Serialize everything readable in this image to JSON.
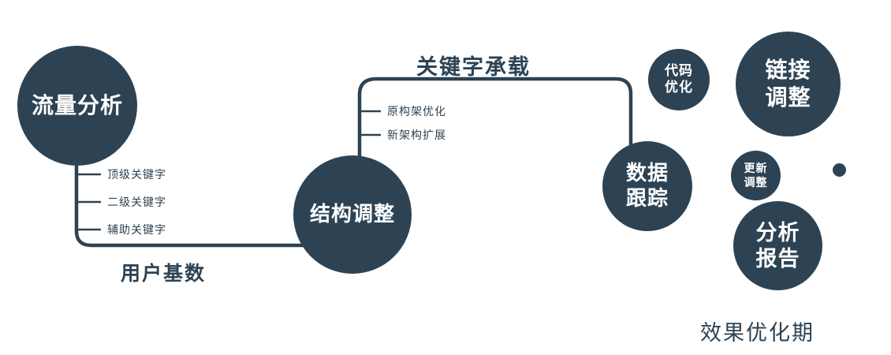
{
  "colors": {
    "primary": "#2d4354"
  },
  "nodes": {
    "traffic_analysis": {
      "label": "流量分析"
    },
    "structure_adjust": {
      "label": "结构调整"
    },
    "data_tracking": {
      "line1": "数据",
      "line2": "跟踪"
    },
    "code_optimization": {
      "line1": "代码",
      "line2": "优化"
    },
    "link_adjust": {
      "line1": "链接",
      "line2": "调整"
    },
    "update_adjust": {
      "line1": "更新",
      "line2": "调整"
    },
    "analysis_report": {
      "line1": "分析",
      "line2": "报告"
    }
  },
  "edge_labels": {
    "user_base": "用户基数",
    "keyword_carry": "关键字承载"
  },
  "branch_labels": {
    "traffic": [
      "顶级关键字",
      "二级关键字",
      "辅助关键字"
    ],
    "structure": [
      "原构架优化",
      "新架构扩展"
    ]
  },
  "caption": "效果优化期"
}
